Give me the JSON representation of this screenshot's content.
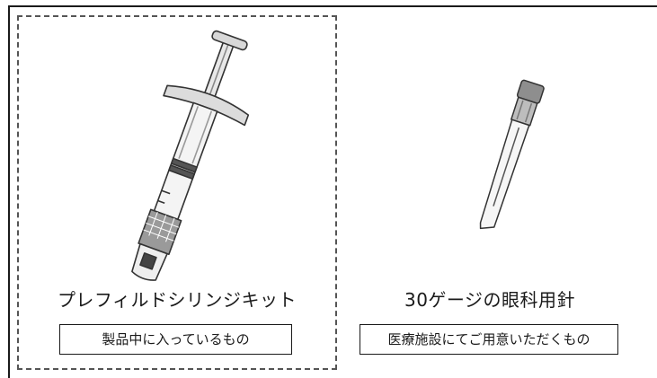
{
  "syringe": {
    "caption": "プレフィルドシリンジキット",
    "tag": "製品中に入っているもの"
  },
  "needle": {
    "caption": "30ゲージの眼科用針",
    "tag": "医療施設にてご用意いただくもの"
  }
}
